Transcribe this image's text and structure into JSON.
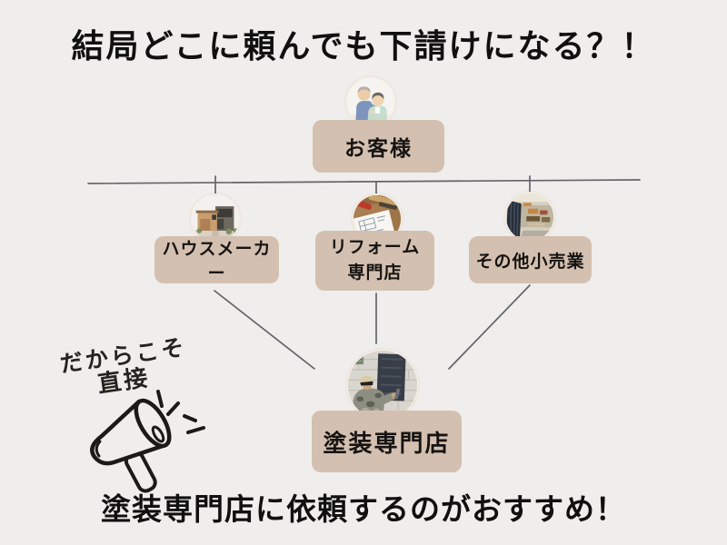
{
  "title": "結局どこに頼んでも下請けになる？！",
  "footer": "塗装専門店に依頼するのがおすすめ！",
  "annotation": {
    "line1": "だからこそ",
    "line2": "直接",
    "icon": "megaphone-icon"
  },
  "nodes": {
    "customer": {
      "label": "お客様",
      "photo": "elderly-couple"
    },
    "house_maker": {
      "label": "ハウスメーカー",
      "photo": "model-house"
    },
    "reform": {
      "label_lines": [
        "リフォーム",
        "専門店"
      ],
      "photo": "blueprint-and-tools"
    },
    "retail": {
      "label": "その他小売業",
      "photo": "retail-store-interior"
    },
    "painter": {
      "label": "塗装専門店",
      "photo": "painter-at-wall"
    }
  },
  "colors": {
    "background": "#efeeec",
    "label_box": "#d4c0b0",
    "connector_line": "#63646a",
    "text": "#111111"
  }
}
